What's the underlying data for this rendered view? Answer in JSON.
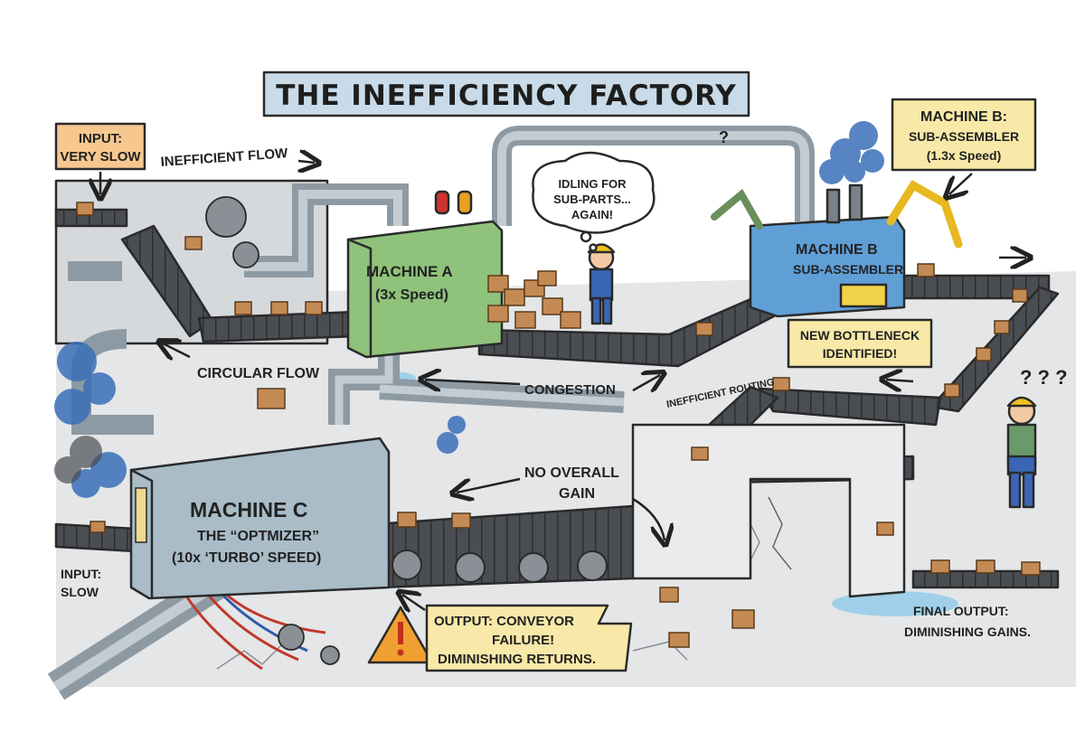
{
  "title": "THE INEFFICIENCY FACTORY",
  "labels": {
    "input_very_slow_1": "INPUT:",
    "input_very_slow_2": "VERY SLOW",
    "inefficient_flow": "INEFFICIENT FLOW",
    "machine_a_1": "MACHINE A",
    "machine_a_2": "(3x Speed)",
    "idling_1": "IDLING FOR",
    "idling_2": "SUB-PARTS...",
    "idling_3": "AGAIN!",
    "machine_b_callout_1": "MACHINE B:",
    "machine_b_callout_2": "SUB-ASSEMBLER",
    "machine_b_callout_3": "(1.3x Speed)",
    "machine_b_body_1": "MACHINE B",
    "machine_b_body_2": "SUB-ASSEMBLER",
    "new_bottleneck_1": "NEW BOTTLENECK",
    "new_bottleneck_2": "IDENTIFIED!",
    "circular_flow": "CIRCULAR FLOW",
    "congestion": "CONGESTION",
    "inefficient_routing": "INEFFICIENT ROUTING",
    "no_overall_gain_1": "NO OVERALL",
    "no_overall_gain_2": "GAIN",
    "machine_c_1": "MACHINE C",
    "machine_c_2": "THE “OPTMIZER”",
    "machine_c_3": "(10x ‘TURBO’ SPEED)",
    "input_slow_1": "INPUT:",
    "input_slow_2": "SLOW",
    "output_1": "OUTPUT: CONVEYOR",
    "output_2": "FAILURE!",
    "output_3": "DIMINISHING RETURNS.",
    "final_output_1": "FINAL OUTPUT:",
    "final_output_2": "DIMINISHING GAINS.",
    "question_marks": "? ? ?",
    "question_mark": "?"
  },
  "colors": {
    "title_box": "#c9dbe8",
    "callout_orange": "#f6c890",
    "callout_yellow": "#f8e9a8",
    "machine_a": "#8fc27a",
    "machine_b": "#5f9fd6",
    "machine_c": "#a9bcc8",
    "floor": "#e4e6e8",
    "belt": "#4a4d52",
    "box": "#c48a54",
    "pipe": "#a7b4bd",
    "smoke": "#3a6fb8",
    "warning": "#f0a030",
    "water": "#8ecbe8"
  }
}
